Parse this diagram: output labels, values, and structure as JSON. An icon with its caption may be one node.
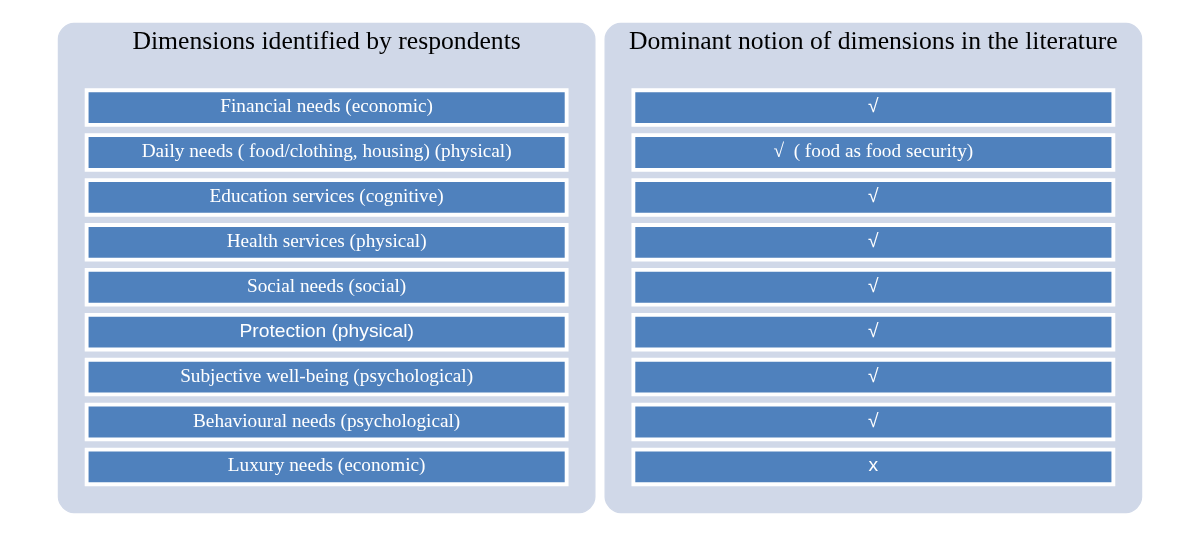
{
  "diagram": {
    "nodes": [
      {
        "text": [
          "Dimensions identified by respondents"
        ]
      },
      {
        "text": [
          "Financial needs (economic)"
        ],
        "in": 0
      },
      {
        "text": [
          "Daily needs ( food/clothing, housing) (physical)"
        ],
        "in": 0
      },
      {
        "text": [
          "Education services (cognitive)"
        ],
        "in": 0
      },
      {
        "text": [
          "Health services (physical)"
        ],
        "in": 0
      },
      {
        "text": [
          "Social needs (social)"
        ],
        "in": 0
      },
      {
        "text": [
          "Protection (physical)"
        ],
        "in": 0
      },
      {
        "text": [
          "Subjective well-being (psychological)"
        ],
        "in": 0
      },
      {
        "text": [
          "Behavioural needs (psychological)"
        ],
        "in": 0
      },
      {
        "text": [
          "Luxury needs (economic)"
        ],
        "in": 0
      },
      {
        "text": [
          "Dominant notion of dimensions in the literature"
        ]
      },
      {
        "text": [
          "√"
        ],
        "in": 10
      },
      {
        "text": [
          "√  ( food as food security)"
        ],
        "in": 10
      },
      {
        "text": [
          "√"
        ],
        "in": 10
      },
      {
        "text": [
          "√"
        ],
        "in": 10
      },
      {
        "text": [
          "√"
        ],
        "in": 10
      },
      {
        "text": [
          "√"
        ],
        "in": 10
      },
      {
        "text": [
          "√"
        ],
        "in": 10
      },
      {
        "text": [
          "√"
        ],
        "in": 10
      },
      {
        "text": [
          "x"
        ],
        "in": 10
      }
    ],
    "edges": []
  }
}
